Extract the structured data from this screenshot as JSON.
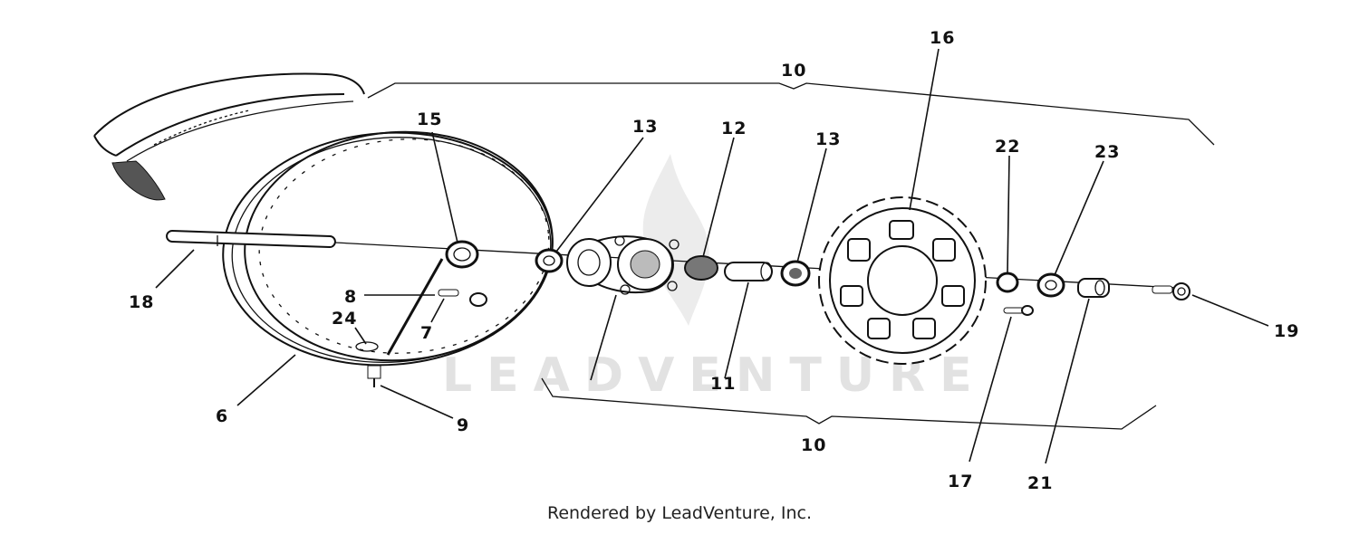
{
  "diagram": {
    "callouts": {
      "c10_top": "10",
      "c10_bottom": "10",
      "c15": "15",
      "c13_left": "13",
      "c12": "12",
      "c13_right": "13",
      "c16": "16",
      "c22": "22",
      "c23": "23",
      "c18": "18",
      "c8": "8",
      "c24": "24",
      "c7": "7",
      "c6": "6",
      "c9": "9",
      "c11": "11",
      "c17": "17",
      "c21": "21",
      "c19": "19"
    },
    "watermark": "LEADVENTURE"
  },
  "footer": {
    "text": "Rendered by LeadVenture, Inc."
  }
}
